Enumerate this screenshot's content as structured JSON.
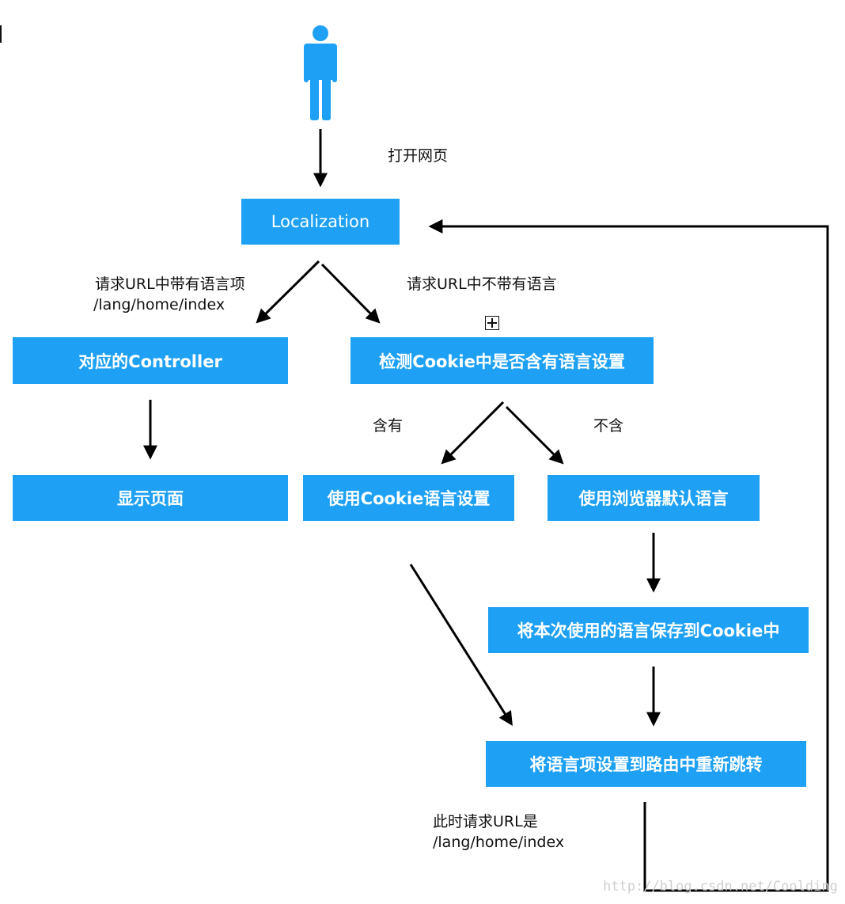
{
  "nodes": {
    "localization": "Localization",
    "controller": "对应的Controller",
    "check_cookie": "检测Cookie中是否含有语言设置",
    "show_page": "显示页面",
    "use_cookie": "使用Cookie语言设置",
    "use_browser": "使用浏览器默认语言",
    "save_cookie": "将本次使用的语言保存到Cookie中",
    "redirect": "将语言项设置到路由中重新跳转"
  },
  "labels": {
    "open_page": "打开网页",
    "url_has_lang_1": "请求URL中带有语言项",
    "url_has_lang_2": "/lang/home/index",
    "url_no_lang": "请求URL中不带有语言",
    "contains": "含有",
    "not_contains": "不含",
    "now_url_1": "此时请求URL是",
    "now_url_2": "/lang/home/index"
  },
  "watermark": "http://blog.csdn.net/Coolding",
  "colors": {
    "box": "#1EA1F5",
    "person": "#1EA1F5",
    "line": "#000000"
  },
  "icons": [
    "person-icon",
    "plus-box-icon"
  ]
}
